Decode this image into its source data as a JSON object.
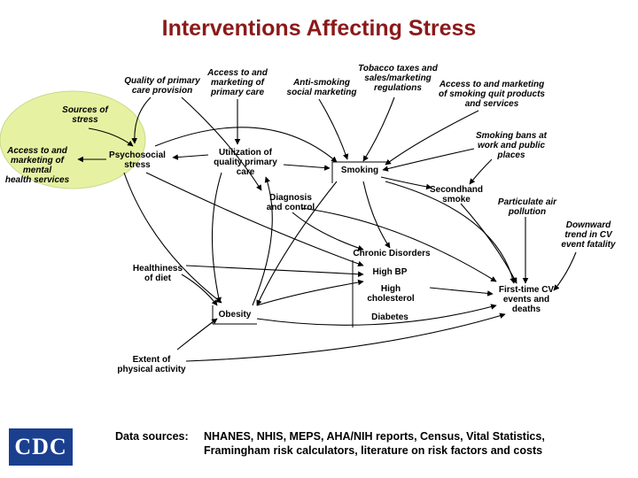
{
  "title": "Interventions Affecting Stress",
  "colors": {
    "title": "#8b1a1a",
    "highlight": "#e6f2a2",
    "logo": "#1b3f8f"
  },
  "nodes": {
    "quality_primary_care": "Quality of primary\ncare provision",
    "access_primary_care": "Access to and\nmarketing of\nprimary care",
    "anti_smoking": "Anti-smoking\nsocial marketing",
    "tobacco_taxes": "Tobacco taxes and\nsales/marketing\nregulations",
    "access_quit": "Access to and marketing\nof smoking quit products\nand services",
    "sources_stress": "Sources of\nstress",
    "access_mental": "Access to and\nmarketing of mental\nhealth services",
    "psychosocial_stress": "Psychosocial\nstress",
    "utilization_care": "Utilization of\nquality primary\ncare",
    "smoking": "Smoking",
    "smoking_bans": "Smoking bans at\nwork and public\nplaces",
    "diagnosis_control": "Diagnosis\nand control",
    "secondhand_smoke": "Secondhand\nsmoke",
    "particulate": "Particulate air\npollution",
    "downward_trend": "Downward\ntrend in CV\nevent fatality",
    "chronic_disorders": "Chronic Disorders",
    "high_bp": "High BP",
    "high_cholesterol": "High\ncholesterol",
    "diabetes": "Diabetes",
    "healthiness_diet": "Healthiness\nof diet",
    "obesity": "Obesity",
    "first_time_cv": "First-time CV\nevents and\ndeaths",
    "physical_activity": "Extent of\nphysical activity"
  },
  "footer": {
    "label": "Data sources:",
    "line1": "NHANES, NHIS, MEPS, AHA/NIH reports, Census, Vital Statistics,",
    "line2": "Framingham risk calculators, literature on risk factors and costs"
  },
  "logo_text": "CDC"
}
